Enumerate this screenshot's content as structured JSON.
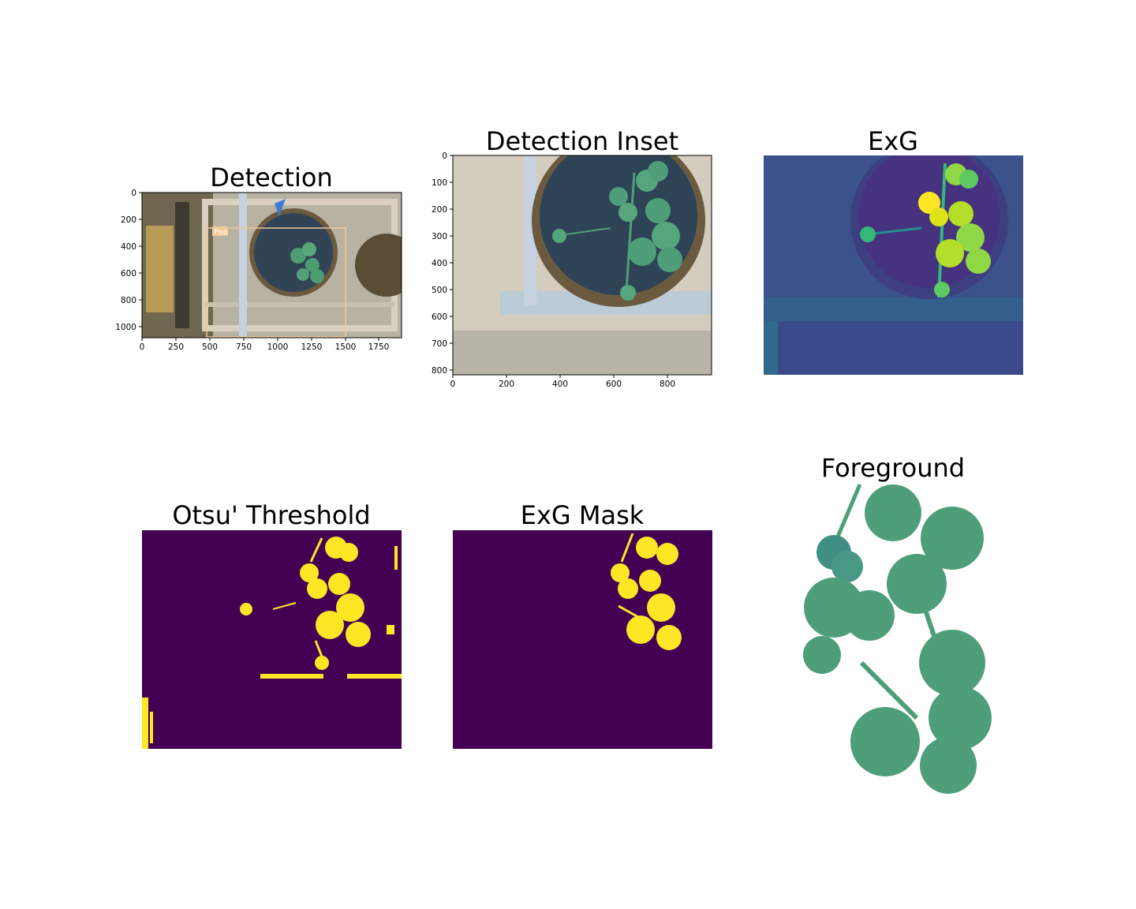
{
  "panels": {
    "detection": {
      "title": "Detection",
      "box_label": "Poa",
      "x_ticks": [
        "0",
        "250",
        "500",
        "750",
        "1000",
        "1250",
        "1500",
        "1750"
      ],
      "y_ticks": [
        "0",
        "200",
        "400",
        "600",
        "800",
        "1000"
      ]
    },
    "inset": {
      "title": "Detection Inset",
      "x_ticks": [
        "0",
        "200",
        "400",
        "600",
        "800"
      ],
      "y_ticks": [
        "0",
        "100",
        "200",
        "300",
        "400",
        "500",
        "600",
        "700",
        "800"
      ]
    },
    "exg": {
      "title": "ExG"
    },
    "otsu": {
      "title": "Otsu' Threshold"
    },
    "exg_mask": {
      "title": "ExG Mask"
    },
    "foreground": {
      "title": "Foreground"
    }
  },
  "colors": {
    "viridis_low": "#440154",
    "viridis_high": "#fde725",
    "exg_background": "#3b528b",
    "leaf_green": "#4f9e7a",
    "box": "#f2c898"
  }
}
